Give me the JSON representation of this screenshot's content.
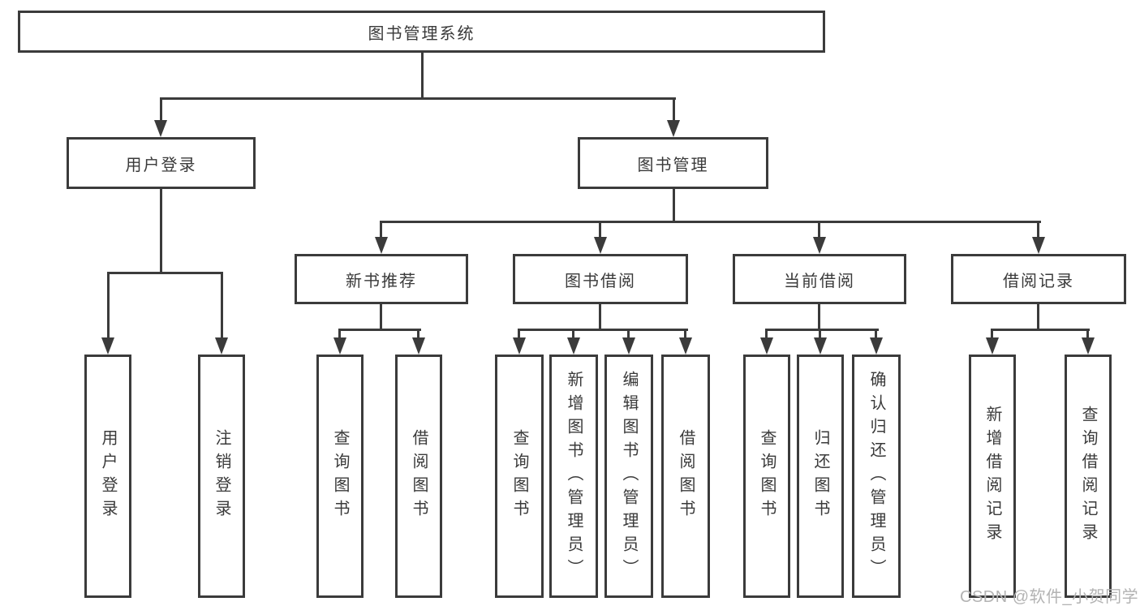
{
  "diagram": {
    "type": "hierarchy-tree",
    "colors": {
      "line": "#3b3b3b",
      "text": "#3a3a3a",
      "background": "#ffffff",
      "watermark": "#b3b3b3"
    },
    "watermark": "CSDN @软件_小贺同学",
    "nodes": {
      "root": {
        "label": "图书管理系统"
      },
      "user_login": {
        "label": "用户登录"
      },
      "book_mgmt": {
        "label": "图书管理"
      },
      "new_book_rec": {
        "label": "新书推荐"
      },
      "book_borrow": {
        "label": "图书借阅"
      },
      "current_borrow": {
        "label": "当前借阅"
      },
      "borrow_record": {
        "label": "借阅记录"
      },
      "v_user_login": {
        "label": "用户登录"
      },
      "v_logout": {
        "label": "注销登录"
      },
      "v_query_book_1": {
        "label": "查询图书"
      },
      "v_borrow_book_1": {
        "label": "借阅图书"
      },
      "v_query_book_2": {
        "label": "查询图书"
      },
      "v_add_book": {
        "label": "新增图书（管理员）"
      },
      "v_edit_book": {
        "label": "编辑图书（管理员）"
      },
      "v_borrow_book_2": {
        "label": "借阅图书"
      },
      "v_query_book_3": {
        "label": "查询图书"
      },
      "v_return_book": {
        "label": "归还图书"
      },
      "v_confirm_return": {
        "label": "确认归还（管理员）"
      },
      "v_add_record": {
        "label": "新增借阅记录"
      },
      "v_query_record": {
        "label": "查询借阅记录"
      }
    },
    "hierarchy": {
      "图书管理系统": {
        "用户登录": [
          "用户登录",
          "注销登录"
        ],
        "图书管理": {
          "新书推荐": [
            "查询图书",
            "借阅图书"
          ],
          "图书借阅": [
            "查询图书",
            "新增图书（管理员）",
            "编辑图书（管理员）",
            "借阅图书"
          ],
          "当前借阅": [
            "查询图书",
            "归还图书",
            "确认归还（管理员）"
          ],
          "借阅记录": [
            "新增借阅记录",
            "查询借阅记录"
          ]
        }
      }
    }
  }
}
